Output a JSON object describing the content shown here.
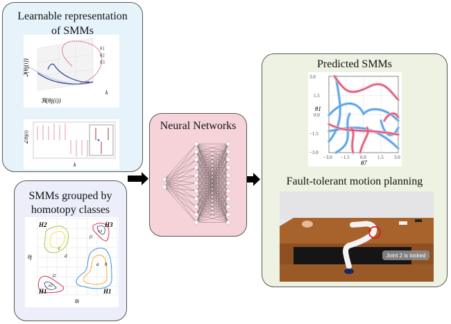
{
  "left_top": {
    "title_line1": "Learnable representation",
    "title_line2": "of SMMs",
    "plot3d": {
      "legend": [
        "θ1",
        "θ2",
        "θ3"
      ],
      "ylabel": "ℑ(θj(i))",
      "xlabel": "ℜ(θj(i))",
      "zlabel": "k"
    },
    "plot_angle": {
      "ylabel": "∠Θj(i)",
      "xlabel": "k"
    }
  },
  "left_bottom": {
    "title_line1": "SMMs grouped by",
    "title_line2": "homotopy classes",
    "xlabel": "θi",
    "ylabel": "θj",
    "labels": {
      "h2": "H2",
      "h3": "H3",
      "h1a": "H1",
      "h1b": "H1",
      "a": "a",
      "b": "b",
      "c": "c",
      "d": "d",
      "e1": "e1",
      "e2": "e2",
      "f1": "f1",
      "f2": "f2"
    }
  },
  "middle": {
    "title": "Neural Networks",
    "layers": [
      2,
      11,
      11
    ]
  },
  "right": {
    "title": "Predicted SMMs",
    "plot": {
      "xlabel": "θ7",
      "ylabel": "θ1",
      "ticks": [
        "−3.0",
        "−1.5",
        "0.0",
        "1.5",
        "3.0"
      ],
      "xlim": [
        -3,
        3
      ],
      "ylim": [
        -3,
        3
      ]
    },
    "photo_title": "Fault-tolerant motion planning",
    "photo_caption": "Joint 2 is locked"
  },
  "colors": {
    "box_blue": "#e6f3fb",
    "box_lavender": "#eceef9",
    "box_pink": "#f5d3d8",
    "box_green": "#edf2e2",
    "red": "#d6335c",
    "blue": "#3a8ee0"
  }
}
